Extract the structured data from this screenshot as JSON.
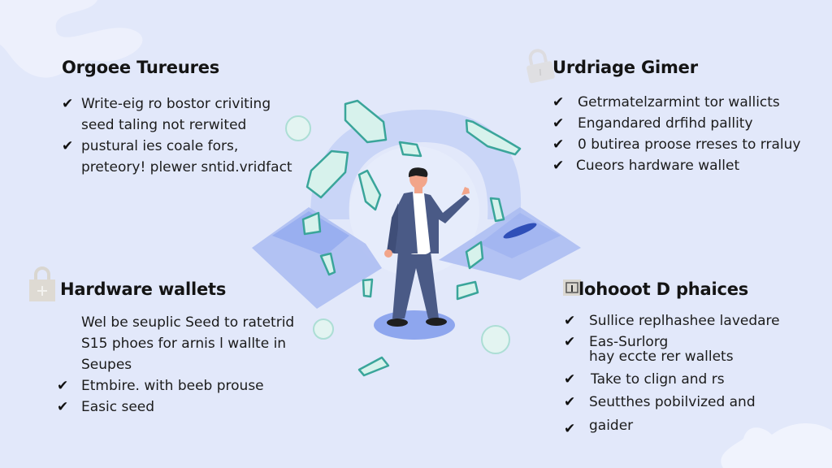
{
  "colors": {
    "background": "#e2e8fa",
    "accent_blue": "#8fa3ec",
    "suit": "#4a5a86",
    "crystal_fill": "#d7f2ec",
    "crystal_stroke": "#3aa59a",
    "text": "#1a1a1a"
  },
  "panels": {
    "top_left": {
      "title": "Orgoee Tureures",
      "items": [
        {
          "check": "✔",
          "lines": [
            "Write-eig ro bostor criviting",
            "seed taling not rerwited"
          ]
        },
        {
          "check": "✔",
          "lines": [
            "pustural ies coale fors,",
            "preteory! plewer sntid.vridfact"
          ]
        }
      ]
    },
    "top_right": {
      "title": "Urdriage Gimer",
      "icon": "lock-icon",
      "items": [
        {
          "check": "✔",
          "lines": [
            "Getrmatelzarmint tor wallicts"
          ]
        },
        {
          "check": "✔",
          "lines": [
            "Engandared drfihd pallity"
          ]
        },
        {
          "check": "✔",
          "lines": [
            "0 butirea proose rreses to rraluy"
          ]
        },
        {
          "check": "✔",
          "lines": [
            "Cueors hardware wallet"
          ]
        }
      ]
    },
    "bottom_left": {
      "title": "Hardware wallets",
      "icon": "lock-plus-icon",
      "intro": [
        "Wel be seuplic Seed to ratetrid",
        "S15 phoes for arnis l wallte in",
        "Seupes"
      ],
      "items": [
        {
          "check": "✔",
          "lines": [
            "Etmbire. with beeb prouse"
          ]
        },
        {
          "check": "✔",
          "lines": [
            "Easic seed"
          ]
        }
      ]
    },
    "bottom_right": {
      "title": "lohooot D phaices",
      "icon": "document-icon",
      "items": [
        {
          "check": "✔",
          "lines": [
            "Sullice replhashee lavedare"
          ]
        },
        {
          "check": "✔",
          "lines": [
            "Eas-Surlorg",
            "hay eccte rer wallets"
          ]
        },
        {
          "check": "✔",
          "lines": [
            "Take to clign and rs"
          ]
        },
        {
          "check": "✔",
          "lines": [
            "Seutthes pobilvized and"
          ]
        },
        {
          "check": "✔",
          "lines": [
            "gaider"
          ]
        }
      ]
    }
  },
  "illustration": {
    "subject": "person-standing-among-floating-crystals",
    "elements": [
      "person",
      "platform",
      "arc",
      "left-plane",
      "right-plane",
      "crystal-shards",
      "bubbles"
    ]
  }
}
